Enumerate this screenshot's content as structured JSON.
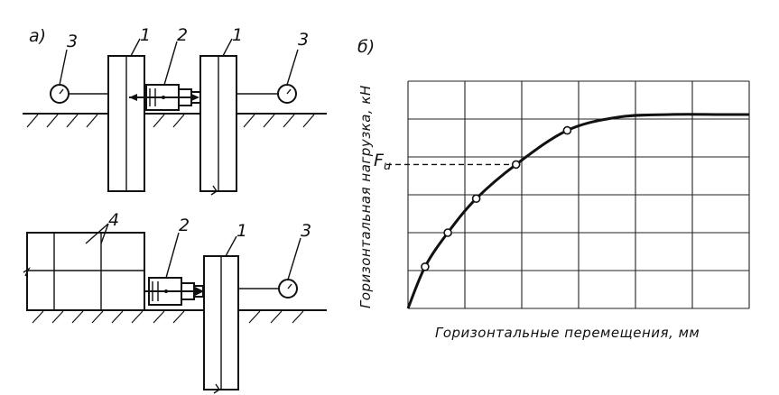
{
  "panel_a": {
    "label": "а)",
    "callouts": {
      "pile": "1",
      "jack": "2",
      "gauge": "3",
      "anchor": "4"
    }
  },
  "panel_b": {
    "label": "б)",
    "ylabel": "Горизонтальная нагрузка, кН",
    "xlabel": "Горизонтальные перемещения, мм",
    "fu_label": "F",
    "fu_sub": "u"
  },
  "chart_data": {
    "type": "line",
    "title": "",
    "xlabel": "Горизонтальные перемещения, мм",
    "ylabel": "Горизонтальная нагрузка, кН",
    "grid": true,
    "xlim": [
      0,
      6
    ],
    "ylim": [
      0,
      6
    ],
    "series": [
      {
        "x": [
          0,
          0.3,
          0.7,
          1.2,
          1.9,
          2.8,
          3.7,
          4.6,
          5.5,
          6.0
        ],
        "y": [
          0,
          1.1,
          2.0,
          2.9,
          3.8,
          4.7,
          5.05,
          5.12,
          5.12,
          5.12
        ]
      }
    ],
    "markers": [
      {
        "x": 0.3,
        "y": 1.1
      },
      {
        "x": 0.7,
        "y": 2.0
      },
      {
        "x": 1.2,
        "y": 2.9
      },
      {
        "x": 1.9,
        "y": 3.8
      },
      {
        "x": 2.8,
        "y": 4.7
      }
    ],
    "reference_line": {
      "y": 3.8,
      "label": "Fu"
    }
  }
}
